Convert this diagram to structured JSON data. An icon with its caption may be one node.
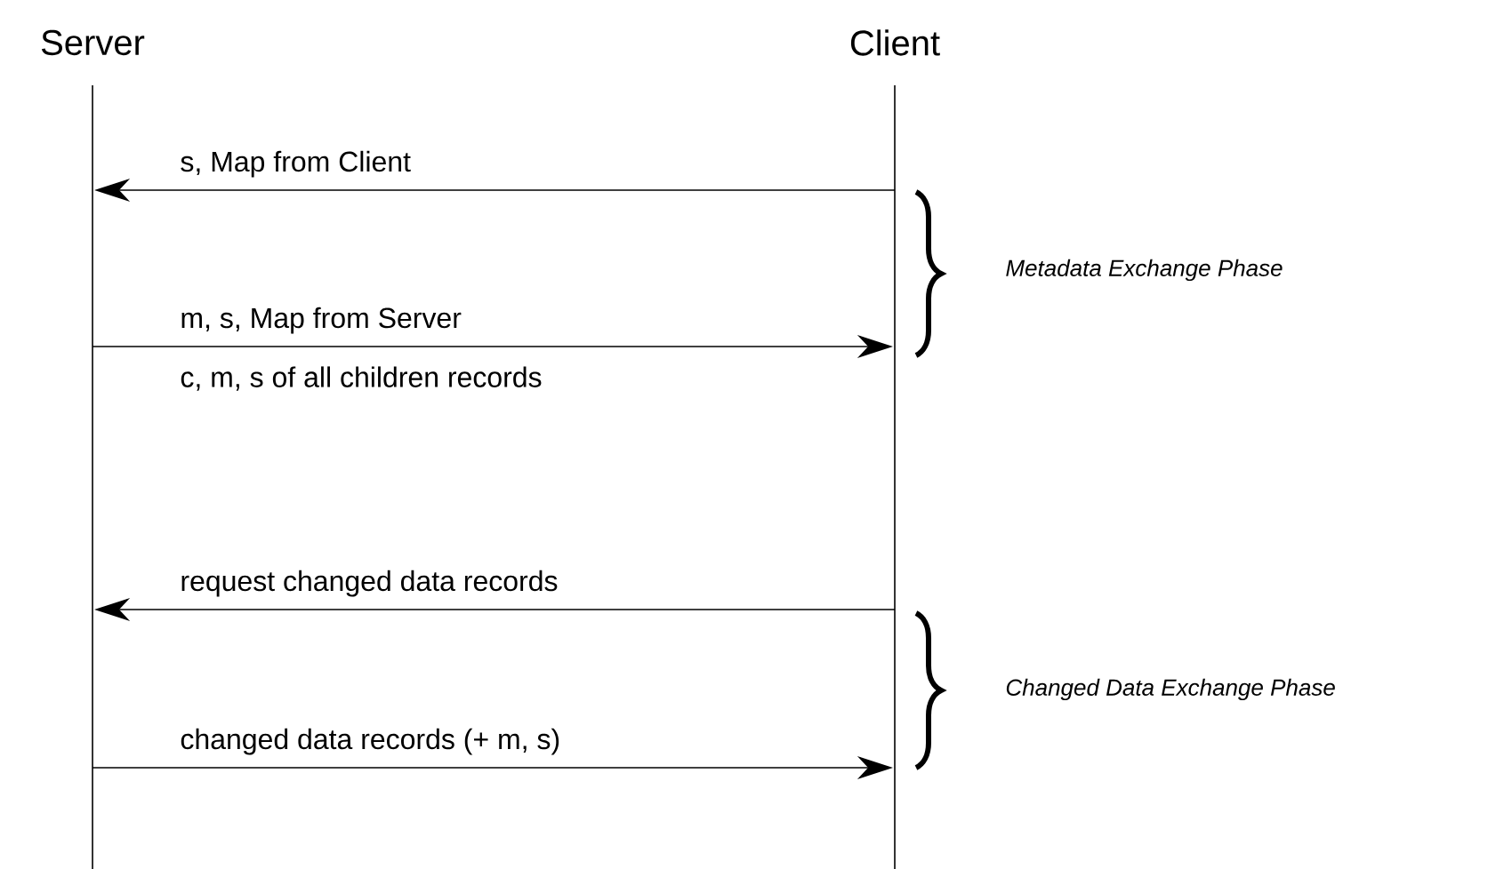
{
  "diagram": {
    "nodes": [
      {
        "text": [
          "Server"
        ]
      },
      {
        "text": [
          "Client"
        ]
      }
    ],
    "edges": [
      {
        "from": 1,
        "to": 0,
        "arrow": "to",
        "label": "s, Map from Client"
      },
      {
        "from": 0,
        "to": 1,
        "arrow": "to",
        "label": "m, s, Map from Server"
      },
      {
        "from": 1,
        "to": 0,
        "arrow": "to",
        "label": "request changed data records"
      },
      {
        "from": 0,
        "to": 1,
        "arrow": "to",
        "label": "changed data records (+ m, s)"
      }
    ],
    "labels": [
      "c, m, s of all children records",
      "Metadata Exchange Phase",
      "Changed Data Exchange Phase"
    ]
  }
}
